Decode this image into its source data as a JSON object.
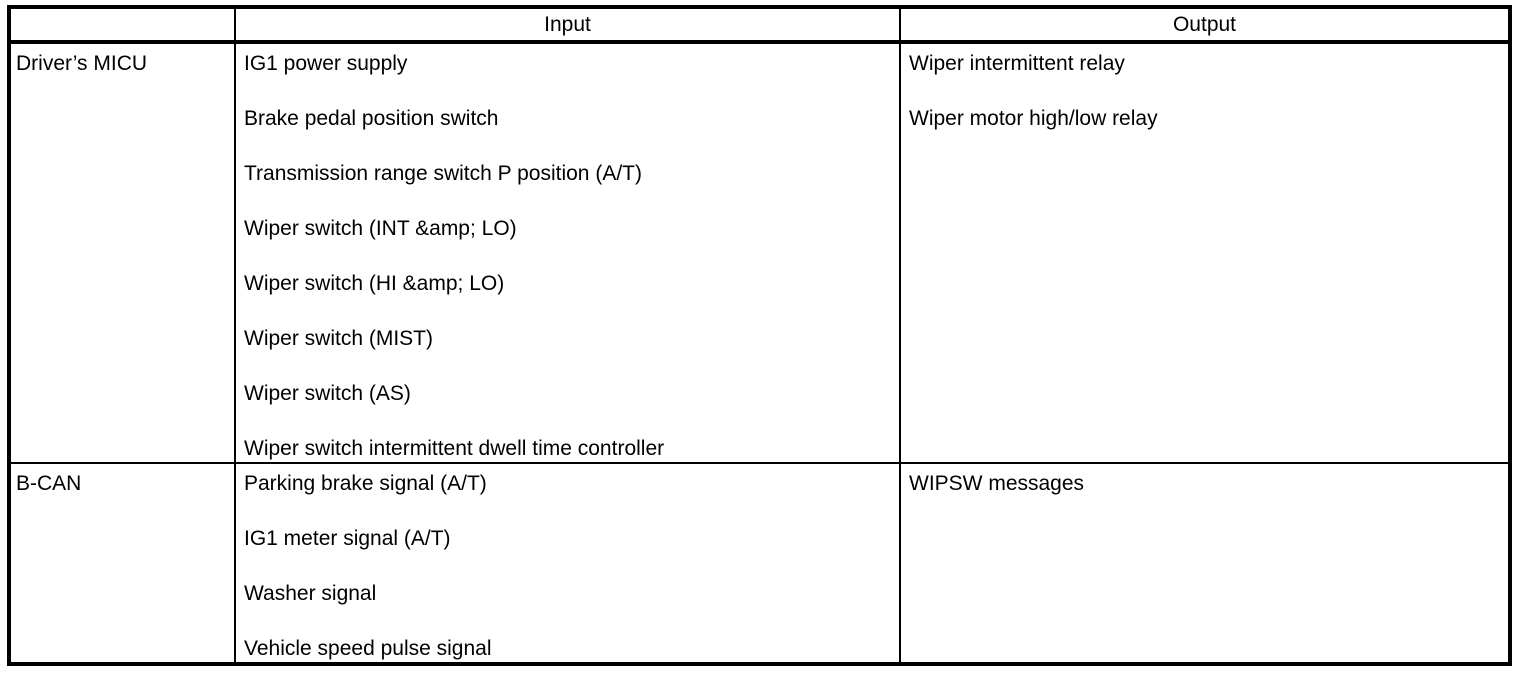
{
  "table": {
    "columns": [
      {
        "key": "system",
        "header": ""
      },
      {
        "key": "input",
        "header": "Input"
      },
      {
        "key": "output",
        "header": "Output"
      }
    ],
    "rows": [
      {
        "system": "Driver’s MICU",
        "input": [
          "IG1 power supply",
          "Brake pedal position switch",
          "Transmission range switch P position (A/T)",
          "Wiper switch (INT &amp; LO)",
          "Wiper switch (HI &amp; LO)",
          "Wiper switch (MIST)",
          "Wiper switch (AS)",
          "Wiper switch intermittent dwell time controller"
        ],
        "output": [
          "Wiper intermittent relay",
          "Wiper motor high/low relay"
        ]
      },
      {
        "system": "B-CAN",
        "input": [
          "Parking brake signal (A/T)",
          "IG1 meter signal (A/T)",
          "Washer signal",
          "Vehicle speed pulse signal"
        ],
        "output": [
          "WIPSW messages"
        ]
      }
    ]
  },
  "style": {
    "text_color": "#000000",
    "background_color": "#ffffff",
    "border_color": "#000000"
  }
}
